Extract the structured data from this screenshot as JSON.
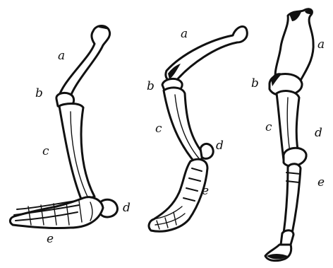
{
  "figures": [
    {
      "id": "left",
      "labels": {
        "a": "a",
        "b": "b",
        "c": "c",
        "d": "d",
        "e": "e"
      }
    },
    {
      "id": "middle",
      "labels": {
        "a": "a",
        "b": "b",
        "c": "c",
        "d": "d",
        "e": "e"
      }
    },
    {
      "id": "right",
      "labels": {
        "a": "a",
        "b": "b",
        "c": "c",
        "d": "d",
        "e": "e"
      }
    }
  ],
  "colors": {
    "ink": "#111111",
    "paper": "#ffffff"
  }
}
